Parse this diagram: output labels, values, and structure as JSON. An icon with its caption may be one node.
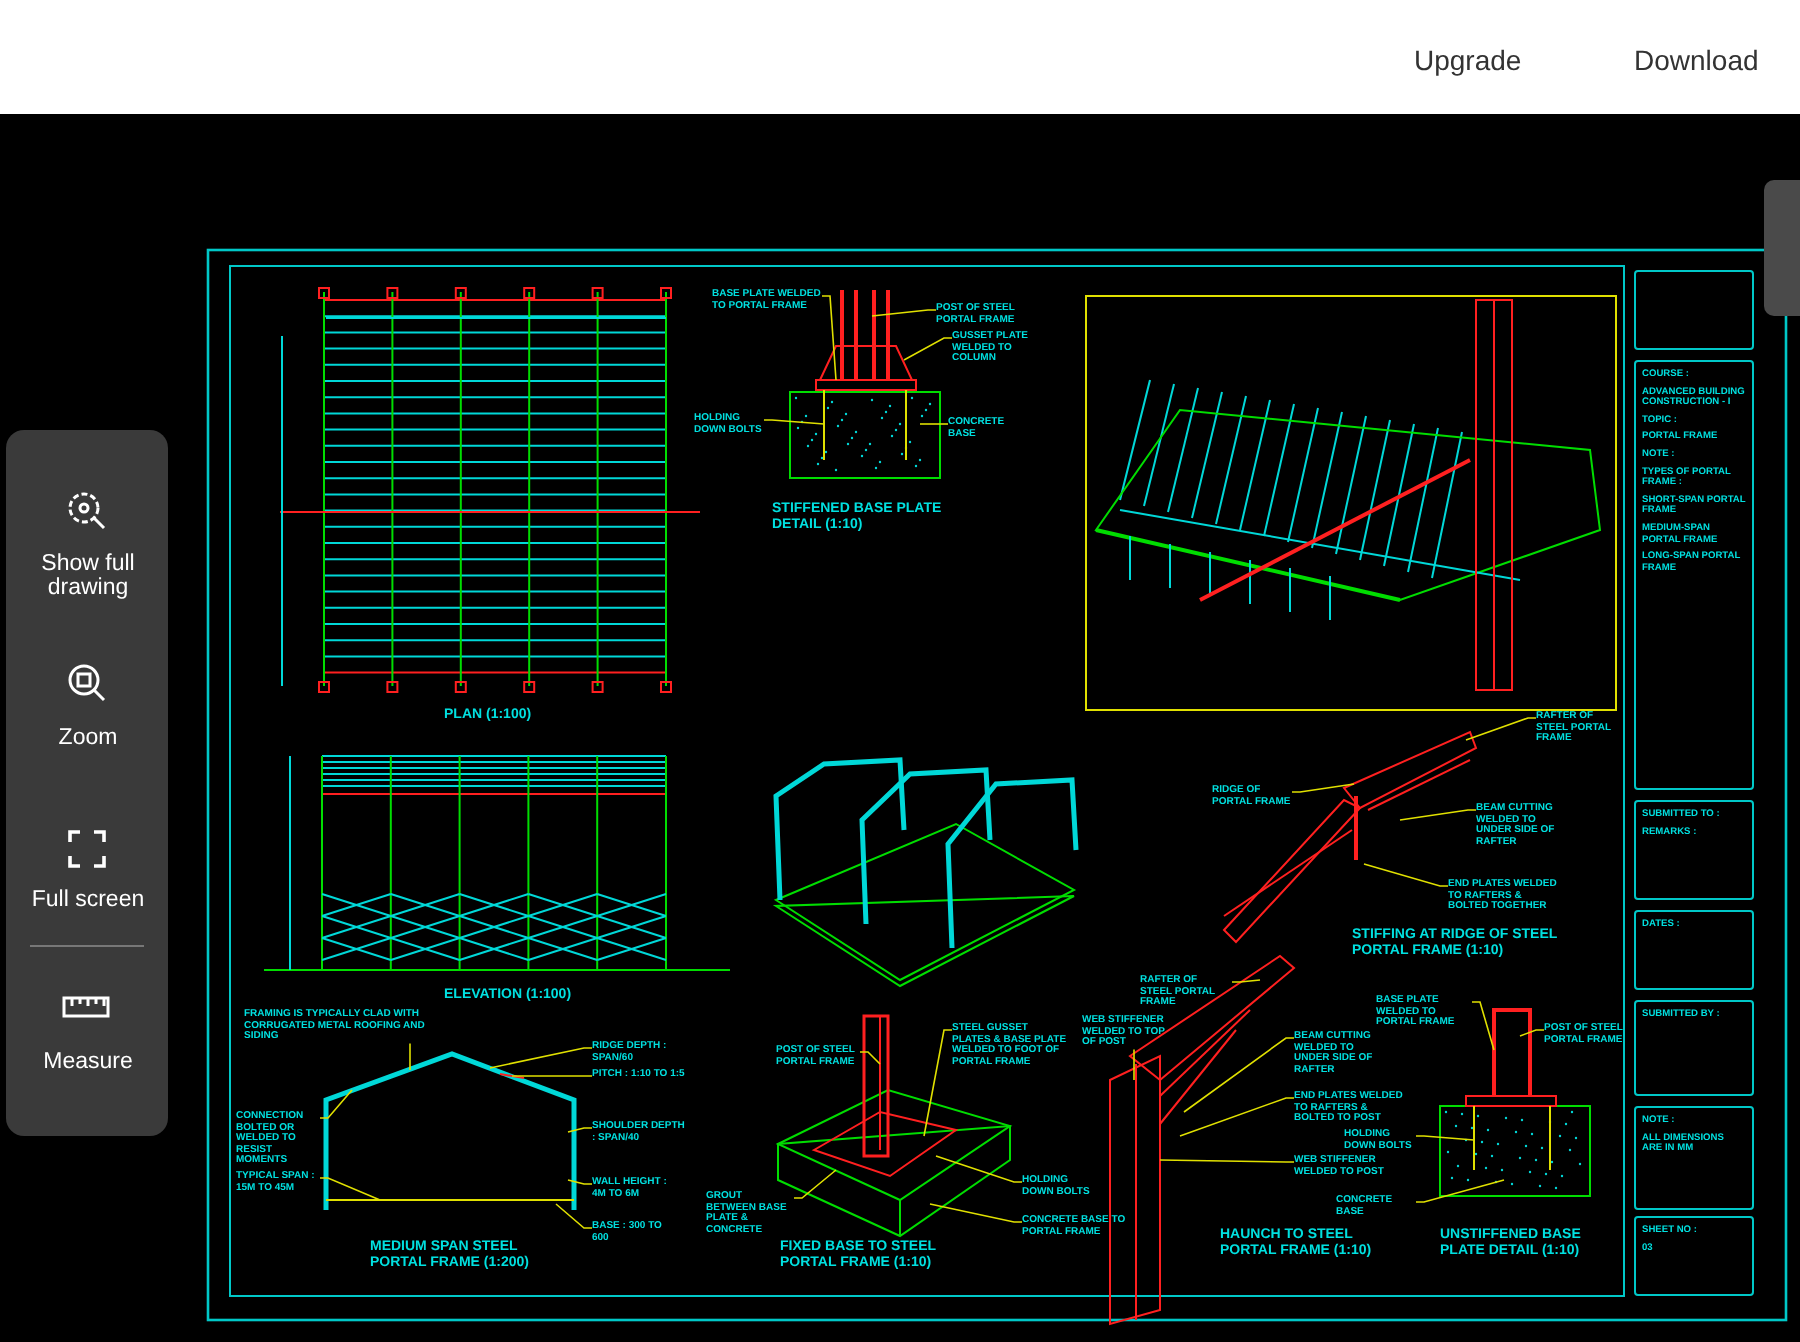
{
  "diagram": {
    "nodes": [
      {
        "text": [
          "BASE PLATE WELDED TO PORTAL FRAME"
        ]
      },
      {
        "text": [
          "POST OF STEEL PORTAL FRAME"
        ]
      },
      {
        "text": [
          "GUSSET PLATE WELDED TO COLUMN"
        ]
      },
      {
        "text": [
          "HOLDING DOWN BOLTS"
        ]
      },
      {
        "text": [
          "CONCRETE BASE"
        ]
      },
      {
        "text": [
          "RAFTER OF STEEL PORTAL FRAME"
        ]
      },
      {
        "text": [
          "RIDGE OF PORTAL FRAME"
        ]
      },
      {
        "text": [
          "BEAM CUTTING WELDED TO UNDER SIDE OF RAFTER"
        ]
      },
      {
        "text": [
          "END PLATES WELDED TO RAFTERS & BOLTED TOGETHER"
        ]
      },
      {
        "text": [
          "FRAMING IS TYPICALLY CLAD WITH CORRUGATED METAL ROOFING AND SIDING"
        ]
      },
      {
        "text": [
          "RIDGE DEPTH : SPAN/60"
        ]
      },
      {
        "text": [
          "PITCH : 1:10 TO 1:5"
        ]
      },
      {
        "text": [
          "CONNECTION BOLTED OR WELDED TO RESIST MOMENTS"
        ]
      },
      {
        "text": [
          "SHOULDER DEPTH : SPAN/40"
        ]
      },
      {
        "text": [
          "TYPICAL SPAN : 15M TO 45M"
        ]
      },
      {
        "text": [
          "WALL HEIGHT : 4M TO 6M"
        ]
      },
      {
        "text": [
          "BASE : 300 TO 600"
        ]
      },
      {
        "text": [
          "POST OF STEEL PORTAL FRAME"
        ]
      },
      {
        "text": [
          "STEEL GUSSET PLATES & BASE PLATE WELDED TO FOOT OF PORTAL FRAME"
        ]
      },
      {
        "text": [
          "GROUT BETWEEN BASE PLATE & CONCRETE"
        ]
      },
      {
        "text": [
          "HOLDING DOWN BOLTS"
        ]
      },
      {
        "text": [
          "CONCRETE BASE TO PORTAL FRAME"
        ]
      },
      {
        "text": [
          "RAFTER OF STEEL PORTAL FRAME"
        ]
      },
      {
        "text": [
          "WEB STIFFENER WELDED TO TOP OF POST"
        ]
      },
      {
        "text": [
          "BEAM CUTTING WELDED TO UNDER SIDE OF RAFTER"
        ]
      },
      {
        "text": [
          "END PLATES WELDED TO RAFTERS & BOLTED TO POST"
        ]
      },
      {
        "text": [
          "WEB STIFFENER WELDED TO POST"
        ]
      },
      {
        "text": [
          "BASE PLATE WELDED TO PORTAL FRAME"
        ]
      },
      {
        "text": [
          "POST OF STEEL PORTAL FRAME"
        ]
      },
      {
        "text": [
          "HOLDING DOWN BOLTS"
        ]
      },
      {
        "text": [
          "CONCRETE BASE"
        ]
      },
      {
        "text": [],
        "shape": "box"
      },
      {
        "text": [
          "COURSE :",
          "ADVANCED BUILDING CONSTRUCTION - I",
          "TOPIC :",
          "PORTAL FRAME",
          "NOTE :",
          "TYPES OF PORTAL FRAME :",
          "SHORT-SPAN PORTAL FRAME",
          "MEDIUM-SPAN PORTAL FRAME",
          "LONG-SPAN PORTAL FRAME"
        ]
      },
      {
        "text": [
          "SUBMITTED TO :",
          "REMARKS :"
        ]
      },
      {
        "text": [
          "DATES :"
        ]
      },
      {
        "text": [
          "SUBMITTED BY :"
        ]
      },
      {
        "text": [
          "NOTE :",
          "ALL DIMENSIONS ARE IN MM"
        ]
      },
      {
        "text": [
          "SHEET NO :",
          "03"
        ]
      }
    ],
    "edges": [
      {
        "from": 0,
        "to": null,
        "arrow": "none"
      },
      {
        "from": 1,
        "to": null,
        "arrow": "none"
      },
      {
        "from": 2,
        "to": null,
        "arrow": "none"
      },
      {
        "from": 3,
        "to": null,
        "arrow": "none"
      },
      {
        "from": 4,
        "to": null,
        "arrow": "none"
      },
      {
        "from": 5,
        "to": null,
        "arrow": "none"
      },
      {
        "from": 6,
        "to": null,
        "arrow": "none"
      },
      {
        "from": 7,
        "to": null,
        "arrow": "none"
      },
      {
        "from": 8,
        "to": null,
        "arrow": "none"
      },
      {
        "from": 9,
        "to": null,
        "arrow": "none"
      },
      {
        "from": 10,
        "to": null,
        "arrow": "none"
      },
      {
        "from": 11,
        "to": null,
        "arrow": "none"
      },
      {
        "from": 12,
        "to": null,
        "arrow": "none"
      },
      {
        "from": 13,
        "to": null,
        "arrow": "none"
      },
      {
        "from": 14,
        "to": null,
        "arrow": "none"
      },
      {
        "from": 15,
        "to": null,
        "arrow": "none"
      },
      {
        "from": 16,
        "to": null,
        "arrow": "none"
      },
      {
        "from": 17,
        "to": null,
        "arrow": "none"
      },
      {
        "from": 18,
        "to": null,
        "arrow": "none"
      },
      {
        "from": 19,
        "to": null,
        "arrow": "none"
      },
      {
        "from": 20,
        "to": null,
        "arrow": "none"
      },
      {
        "from": 21,
        "to": null,
        "arrow": "none"
      },
      {
        "from": 22,
        "to": null,
        "arrow": "none"
      },
      {
        "from": 23,
        "to": null,
        "arrow": "none"
      },
      {
        "from": 24,
        "to": null,
        "arrow": "none"
      },
      {
        "from": 25,
        "to": null,
        "arrow": "none"
      },
      {
        "from": 26,
        "to": null,
        "arrow": "none"
      },
      {
        "from": 27,
        "to": null,
        "arrow": "none"
      },
      {
        "from": 28,
        "to": null,
        "arrow": "none"
      },
      {
        "from": 29,
        "to": null,
        "arrow": "none"
      },
      {
        "from": 30,
        "to": null,
        "arrow": "none"
      }
    ],
    "labels": [
      "Upgrade",
      "Download",
      "Show full drawing",
      "Zoom",
      "Full screen",
      "Measure",
      "STIFFENED BASE PLATE DETAIL (1:10)",
      "PLAN (1:100)",
      "STIFFING AT RIDGE OF STEEL PORTAL FRAME (1:10)",
      "ELEVATION (1:100)",
      "MEDIUM SPAN STEEL PORTAL FRAME (1:200)",
      "FIXED BASE TO STEEL PORTAL FRAME (1:10)",
      "HAUNCH TO STEEL PORTAL FRAME (1:10)",
      "UNSTIFFENED BASE PLATE DETAIL (1:10)"
    ]
  }
}
